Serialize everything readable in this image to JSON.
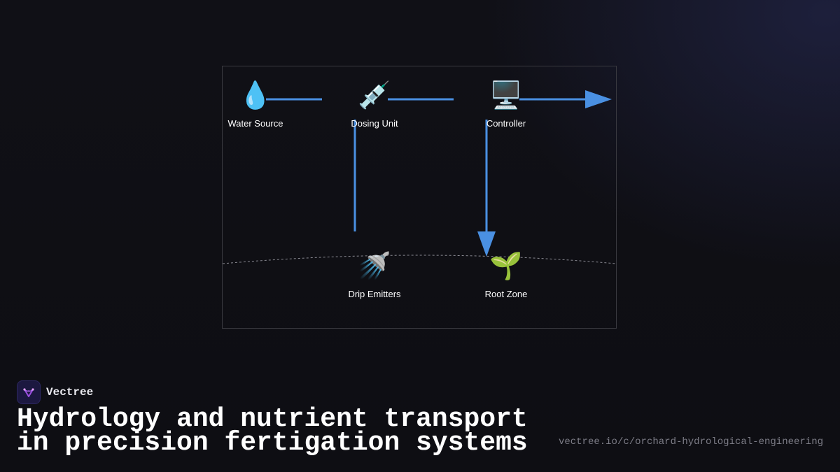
{
  "diagram": {
    "nodes": [
      {
        "id": "water-source",
        "label": "Water Source",
        "icon": "💧",
        "icon_name": "water-drop-icon"
      },
      {
        "id": "dosing-unit",
        "label": "Dosing Unit",
        "icon": "💉",
        "icon_name": "syringe-icon"
      },
      {
        "id": "controller",
        "label": "Controller",
        "icon": "🖥️",
        "icon_name": "desktop-computer-icon"
      },
      {
        "id": "drip-emitters",
        "label": "Drip Emitters",
        "icon": "🚿",
        "icon_name": "shower-icon"
      },
      {
        "id": "root-zone",
        "label": "Root Zone",
        "icon": "🌱",
        "icon_name": "seedling-icon"
      }
    ],
    "edges": [
      {
        "from": "water-source",
        "to": "dosing-unit",
        "arrowhead": false
      },
      {
        "from": "dosing-unit",
        "to": "controller",
        "arrowhead": false
      },
      {
        "from": "controller",
        "to": "outside-right",
        "arrowhead": true
      },
      {
        "from": "dosing-unit",
        "to": "drip-emitters",
        "arrowhead": false
      },
      {
        "from": "controller",
        "to": "root-zone",
        "arrowhead": true
      }
    ],
    "ground_line": "dashed",
    "colors": {
      "connector": "#4a90e2",
      "border": "#3a3a40",
      "ground_line": "#8a8a92"
    }
  },
  "brand": {
    "name": "Vectree"
  },
  "title": "Hydrology and nutrient transport in precision fertigation systems",
  "url": "vectree.io/c/orchard-hydrological-engineering",
  "colors": {
    "background": "#0f0f14",
    "accent_glow": "#282c5a",
    "logo_purple": "#9b4fe0"
  }
}
